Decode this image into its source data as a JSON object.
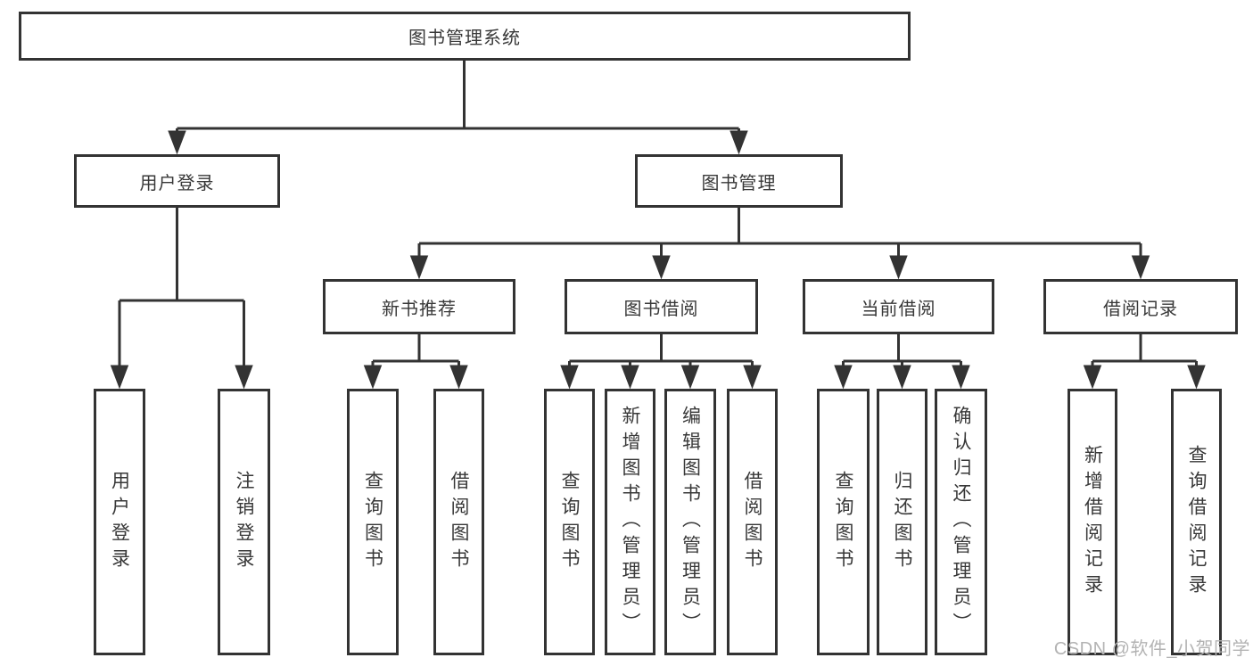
{
  "tree": {
    "root": "图书管理系统",
    "branches": [
      {
        "label": "用户登录",
        "children": [
          "用户登录",
          "注销登录"
        ]
      },
      {
        "label": "图书管理",
        "children": [
          {
            "label": "新书推荐",
            "children": [
              "查询图书",
              "借阅图书"
            ]
          },
          {
            "label": "图书借阅",
            "children": [
              "查询图书",
              "新增图书（管理员）",
              "编辑图书（管理员）",
              "借阅图书"
            ]
          },
          {
            "label": "当前借阅",
            "children": [
              "查询图书",
              "归还图书",
              "确认归还（管理员）"
            ]
          },
          {
            "label": "借阅记录",
            "children": [
              "新增借阅记录",
              "查询借阅记录"
            ]
          }
        ]
      }
    ]
  },
  "watermark": "CSDN @软件_小贺同学",
  "colors": {
    "line": "#333333",
    "text": "#383838",
    "watermark": "#b3b3b3",
    "background": "#ffffff"
  }
}
